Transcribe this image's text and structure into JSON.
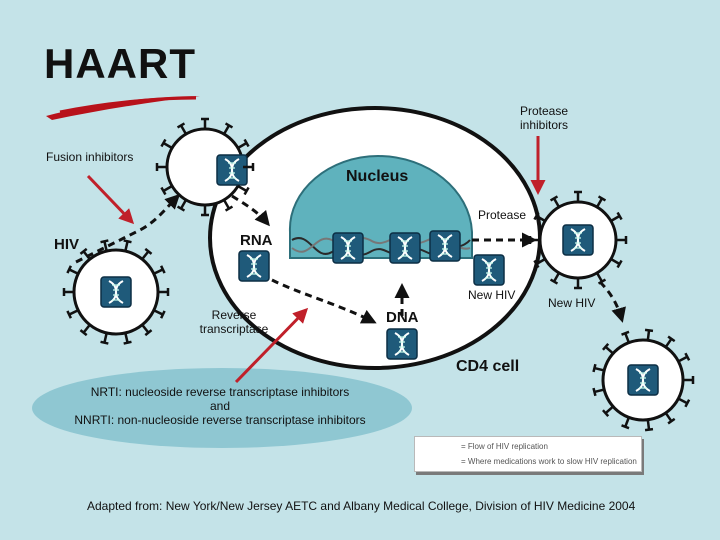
{
  "slide": {
    "title": "HAART",
    "source": "Adapted from: New York/New Jersey AETC and Albany Medical College, Division of HIV Medicine 2004"
  },
  "diagram": {
    "labels": {
      "fusion_inhibitors": "Fusion inhibitors",
      "hiv": "HIV",
      "rna": "RNA",
      "dna": "DNA",
      "nucleus": "Nucleus",
      "protease": "Protease",
      "new_hiv_inner": "New HIV",
      "new_hiv_outer": "New HIV",
      "protease_inhibitors_1": "Protease",
      "protease_inhibitors_2": "inhibitors",
      "reverse_transcriptase_1": "Reverse",
      "reverse_transcriptase_2": "transcriptase",
      "cd4_cell": "CD4 cell"
    },
    "drug_classes": {
      "line1": "NRTI: nucleoside reverse transcriptase inhibitors",
      "line2": "and",
      "line3": "NNRTI: non-nucleoside reverse transcriptase inhibitors"
    },
    "legend": {
      "flow": "= Flow of HIV replication",
      "medication": "= Where medications work to slow HIV replication"
    },
    "colors": {
      "background": "#c4e3e8",
      "cell_fill": "#ffffff",
      "nucleus_fill": "#5fb2bd",
      "drug_arrow": "#c0202a",
      "flow_arrow": "#111111",
      "ellipse": "#8fc7d2"
    }
  }
}
